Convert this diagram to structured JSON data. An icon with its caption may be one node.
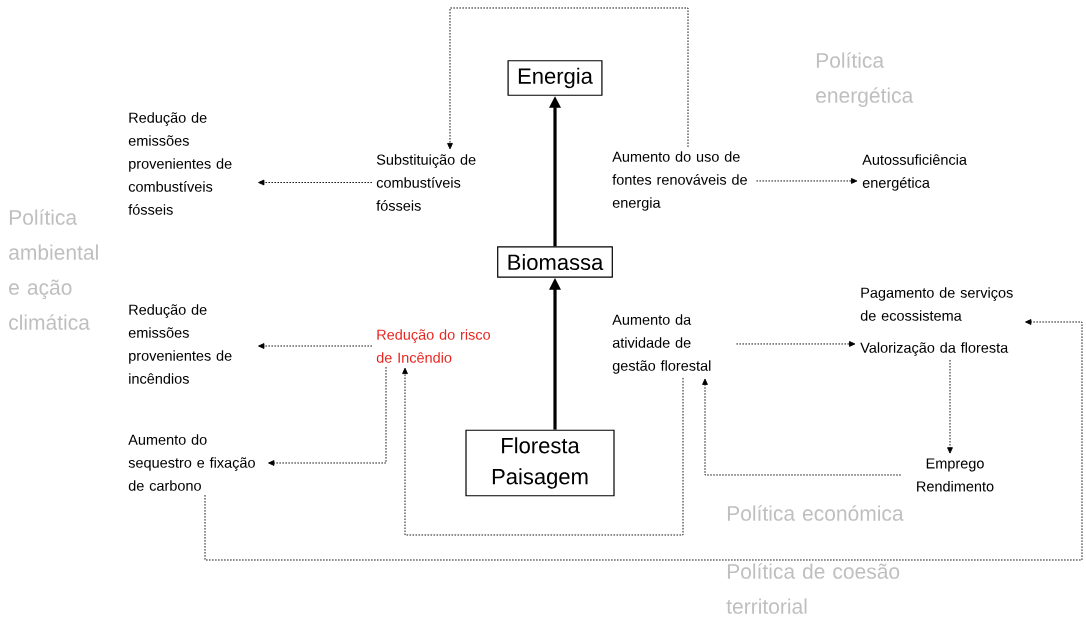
{
  "diagram": {
    "nodes": [
      {
        "text": [
          "Energia"
        ]
      },
      {
        "text": [
          "Biomassa"
        ]
      },
      {
        "text": [
          "Floresta Paisagem"
        ]
      },
      {
        "text": [
          "Substituição de combustíveis fósseis"
        ]
      },
      {
        "text": [
          "Aumento do uso de fontes renováveis de energia"
        ]
      },
      {
        "text": [
          "Redução de emissões provenientes de combustíveis fósseis"
        ]
      },
      {
        "text": [
          "Autossuficiência energética"
        ]
      },
      {
        "text": [
          "Redução de emissões provenientes de incêndios"
        ]
      },
      {
        "text": [
          "Redução do risco de Incêndio"
        ]
      },
      {
        "text": [
          "Aumento da atividade de gestão florestal"
        ]
      },
      {
        "text": [
          "Pagamento de serviços de ecossistema",
          "Valorização da floresta"
        ]
      },
      {
        "text": [
          "Aumento do sequestro e fixação de carbono"
        ]
      },
      {
        "text": [
          "Emprego Rendimento"
        ]
      }
    ],
    "edges": [
      {
        "from": 2,
        "to": 1,
        "arrow": "to",
        "style": "thick"
      },
      {
        "from": 1,
        "to": 0,
        "arrow": "to",
        "style": "thick"
      },
      {
        "from": 4,
        "to": 3,
        "arrow": "to",
        "style": "dashed"
      },
      {
        "from": 3,
        "to": 5,
        "arrow": "to",
        "style": "dashed"
      },
      {
        "from": 4,
        "to": 6,
        "arrow": "to",
        "style": "dashed"
      },
      {
        "from": 8,
        "to": 7,
        "arrow": "to",
        "style": "dashed"
      },
      {
        "from": 9,
        "to": 10,
        "arrow": "to",
        "style": "dashed"
      },
      {
        "from": 10,
        "to": 12,
        "arrow": "to",
        "style": "dashed"
      },
      {
        "from": 12,
        "to": 9,
        "arrow": "to",
        "style": "dashed"
      },
      {
        "from": 9,
        "to": 8,
        "arrow": "to",
        "style": "dashed"
      },
      {
        "from": 8,
        "to": 11,
        "arrow": "to",
        "style": "dashed"
      },
      {
        "from": 11,
        "to": 10,
        "arrow": "to",
        "style": "dashed"
      }
    ],
    "labels": [
      "Política energética",
      "Política ambiental e ação climática",
      "Política económica",
      "Política de coesão territorial"
    ]
  }
}
